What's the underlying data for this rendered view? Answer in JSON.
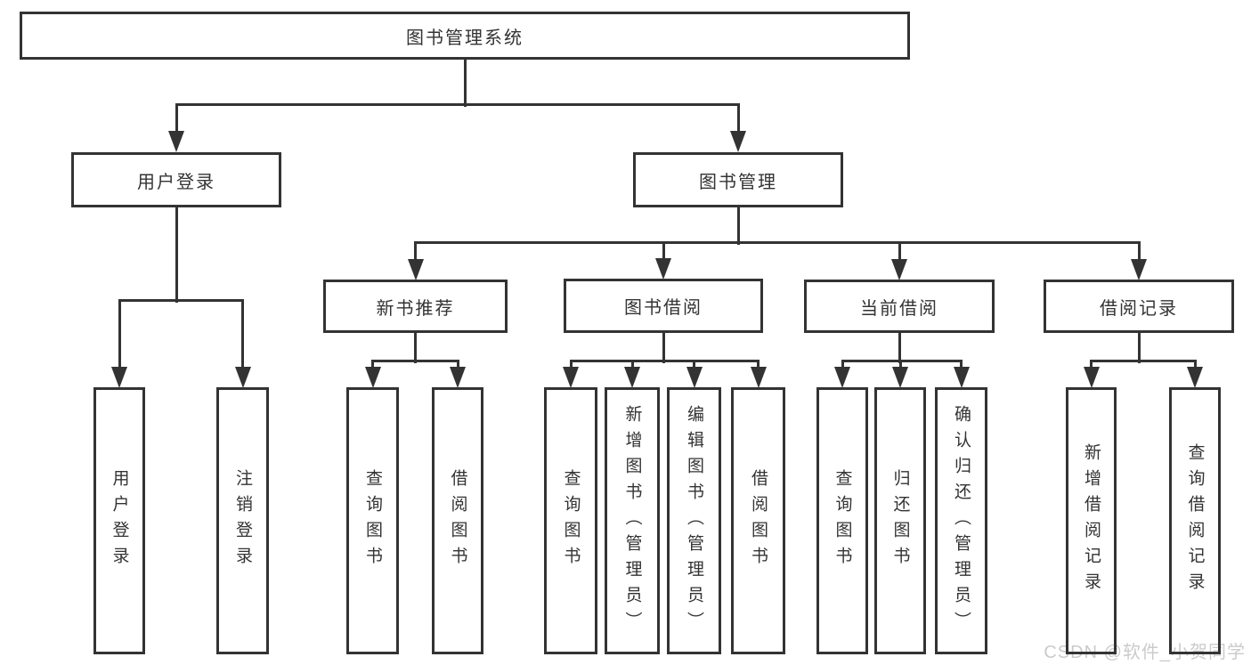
{
  "diagram_title": "图书管理系统",
  "tree": {
    "root": {
      "label": "图书管理系统",
      "children": [
        {
          "label": "用户登录",
          "children": [
            {
              "label": "用户登录"
            },
            {
              "label": "注销登录"
            }
          ]
        },
        {
          "label": "图书管理",
          "children": [
            {
              "label": "新书推荐",
              "children": [
                {
                  "label": "查询图书"
                },
                {
                  "label": "借阅图书"
                }
              ]
            },
            {
              "label": "图书借阅",
              "children": [
                {
                  "label": "查询图书"
                },
                {
                  "label": "新增图书（管理员）"
                },
                {
                  "label": "编辑图书（管理员）"
                },
                {
                  "label": "借阅图书"
                }
              ]
            },
            {
              "label": "当前借阅",
              "children": [
                {
                  "label": "查询图书"
                },
                {
                  "label": "归还图书"
                },
                {
                  "label": "确认归还（管理员）"
                }
              ]
            },
            {
              "label": "借阅记录",
              "children": [
                {
                  "label": "新增借阅记录"
                },
                {
                  "label": "查询借阅记录"
                }
              ]
            }
          ]
        }
      ]
    }
  },
  "watermark": {
    "text": "CSDN @软件_小贺同学"
  },
  "colors": {
    "line": "#333333",
    "box_border": "#333333",
    "text": "#333333",
    "background": "#ffffff",
    "watermark": "#cbcbcb"
  }
}
